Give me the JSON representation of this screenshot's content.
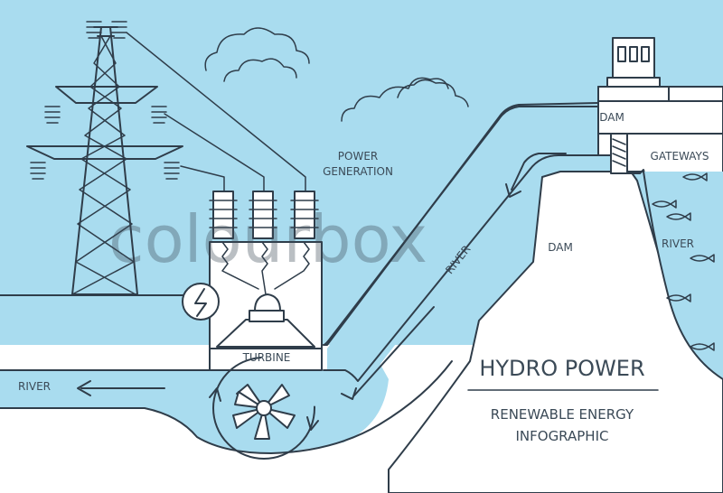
{
  "title": "HYDRO POWER",
  "subtitle_line1": "RENEWABLE ENERGY",
  "subtitle_line2": "INFOGRAPHIC",
  "watermark": "colourbox",
  "labels": {
    "power_generation_line1": "POWER",
    "power_generation_line2": "GENERATION",
    "dam_top": "DAM",
    "dam_body": "DAM",
    "gateways": "GATEWAYS",
    "river_right": "RIVER",
    "river_channel": "RIVER",
    "river_left": "RIVER",
    "turbine": "TURBINE"
  },
  "colors": {
    "background": "#a9dcef",
    "line": "#2f3d4a",
    "land": "#ffffff"
  }
}
